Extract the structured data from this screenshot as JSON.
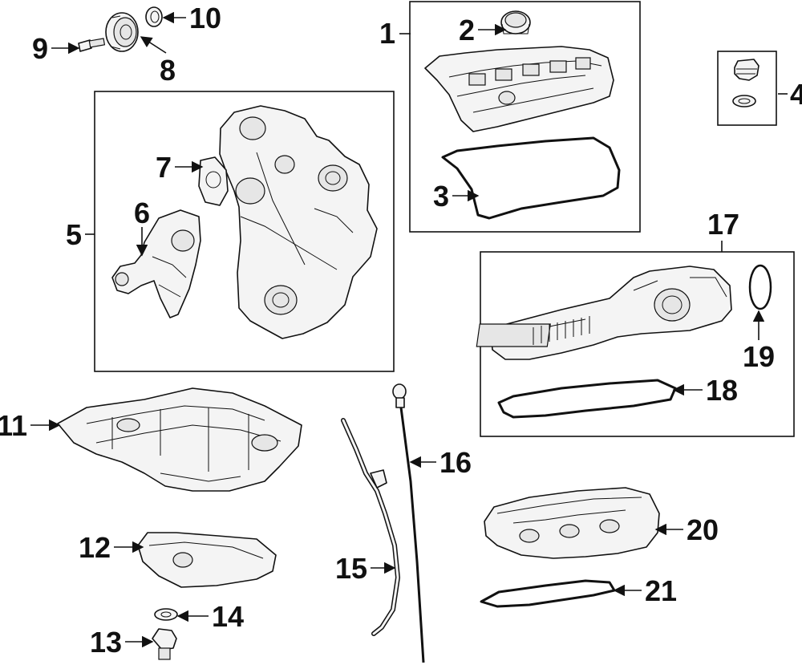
{
  "callouts": [
    {
      "id": "1",
      "label": "1"
    },
    {
      "id": "2",
      "label": "2"
    },
    {
      "id": "3",
      "label": "3"
    },
    {
      "id": "4",
      "label": "4"
    },
    {
      "id": "5",
      "label": "5"
    },
    {
      "id": "6",
      "label": "6"
    },
    {
      "id": "7",
      "label": "7"
    },
    {
      "id": "8",
      "label": "8"
    },
    {
      "id": "9",
      "label": "9"
    },
    {
      "id": "10",
      "label": "10"
    },
    {
      "id": "11",
      "label": "11"
    },
    {
      "id": "12",
      "label": "12"
    },
    {
      "id": "13",
      "label": "13"
    },
    {
      "id": "14",
      "label": "14"
    },
    {
      "id": "15",
      "label": "15"
    },
    {
      "id": "16",
      "label": "16"
    },
    {
      "id": "17",
      "label": "17"
    },
    {
      "id": "18",
      "label": "18"
    },
    {
      "id": "19",
      "label": "19"
    },
    {
      "id": "20",
      "label": "20"
    },
    {
      "id": "21",
      "label": "21"
    }
  ],
  "colors": {
    "line": "#111111",
    "fill": "#f4f4f4",
    "background": "#ffffff"
  }
}
